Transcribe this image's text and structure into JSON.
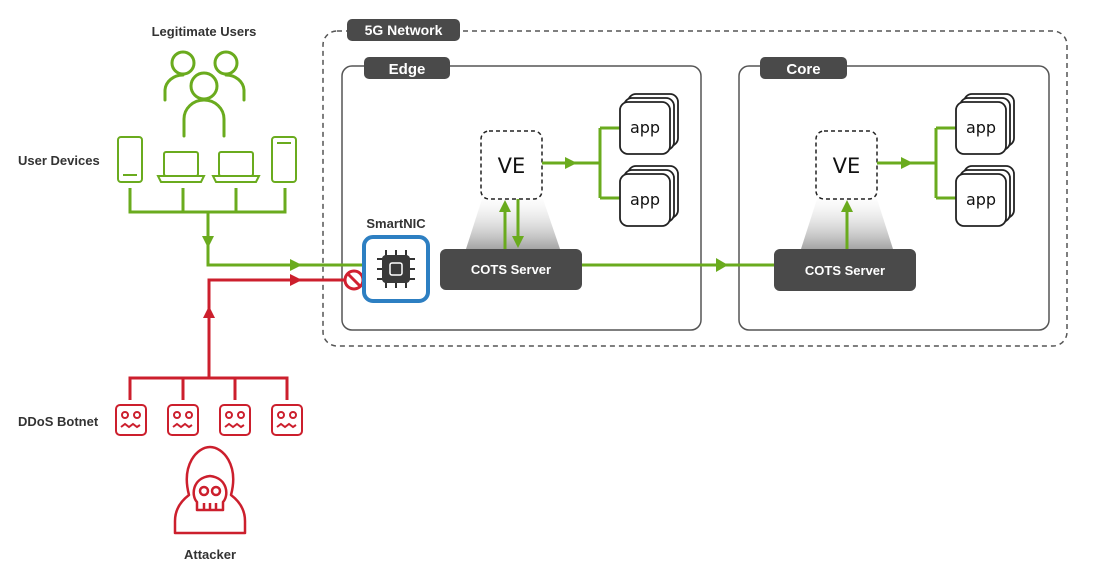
{
  "labels": {
    "legitimate_users": "Legitimate Users",
    "user_devices": "User Devices",
    "ddos_botnet": "DDoS Botnet",
    "attacker": "Attacker",
    "smartnic": "SmartNIC"
  },
  "network": {
    "title": "5G Network",
    "edge": {
      "title": "Edge",
      "ve_label": "VE",
      "server_label": "COTS Server",
      "apps": [
        "app",
        "app"
      ]
    },
    "core": {
      "title": "Core",
      "ve_label": "VE",
      "server_label": "COTS Server",
      "apps": [
        "app",
        "app"
      ]
    }
  },
  "colors": {
    "legit_path": "#6aab1e",
    "attack_path": "#cc1f2d",
    "smartnic_border": "#2d7fc2",
    "server_fill": "#4a4a4a",
    "block_icon": "#d12030"
  },
  "icons": {
    "users": "users-group-icon",
    "devices": [
      "phone-icon",
      "laptop-icon",
      "laptop-icon",
      "tablet-icon"
    ],
    "bots": [
      "bot-icon",
      "bot-icon",
      "bot-icon",
      "bot-icon"
    ],
    "attacker": "skull-hood-icon",
    "smartnic": "chip-icon",
    "block": "no-entry-icon"
  }
}
